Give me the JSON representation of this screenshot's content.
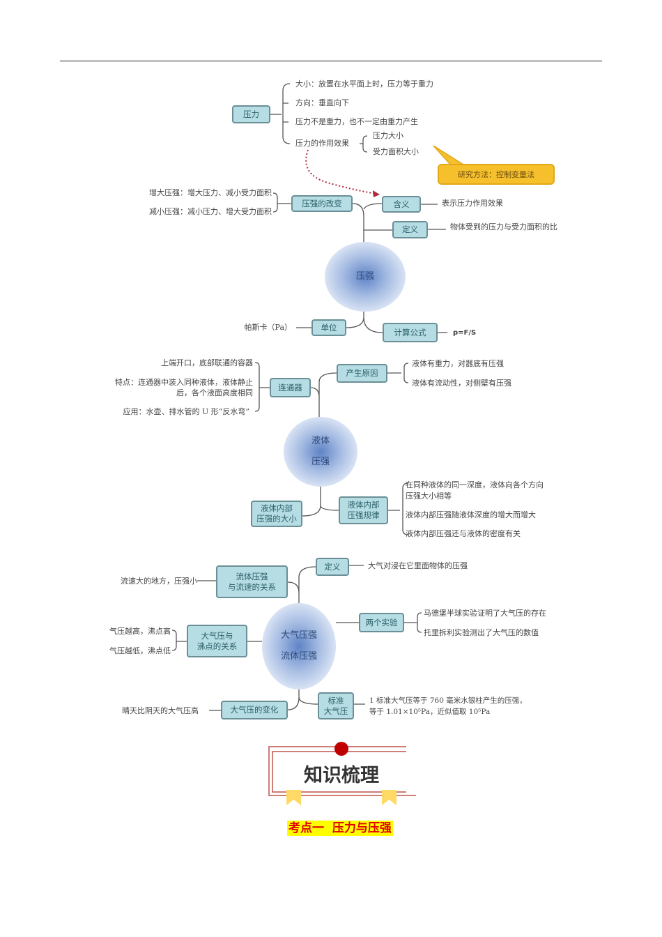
{
  "map1": {
    "pressure_force": "压力",
    "pf_items": [
      "大小：放置在水平面上时，压力等于重力",
      "方向：垂直向下",
      "压力不是重力，也不一定由重力产生",
      "压力的作用效果"
    ],
    "effect_items": [
      "压力大小",
      "受力面积大小"
    ],
    "callout": "研究方法：控制变量法",
    "change_box": "压强的改变",
    "change_items": [
      "增大压强：增大压力、减小受力面积",
      "减小压强：减小压力、增大受力面积"
    ],
    "meaning_box": "含义",
    "meaning_text": "表示压力作用效果",
    "definition_box": "定义",
    "definition_text": "物体受到的压力与受力面积的比",
    "center": "压强",
    "unit_box": "单位",
    "unit_text": "帕斯卡（Pa）",
    "formula_box": "计算公式",
    "formula_text": "p=F/S"
  },
  "map2": {
    "center_line1": "液体",
    "center_line2": "压强",
    "connector_box": "连通器",
    "connector_items": [
      "上端开口，底部联通的容器",
      "特点：连通器中装入同种液体，液体静止",
      "后，各个液面高度相同",
      "应用：水壶、排水管的 U 形“反水弯”"
    ],
    "cause_box": "产生原因",
    "cause_items": [
      "液体有重力，对器底有压强",
      "液体有流动性，对侧壁有压强"
    ],
    "size_box": [
      "液体内部",
      "压强的大小"
    ],
    "law_box": [
      "液体内部",
      "压强规律"
    ],
    "law_items": [
      "在同种液体的同一深度，液体向各个方向",
      "压强大小相等",
      "液体内部压强随液体深度的增大而增大",
      "液体内部压强还与液体的密度有关"
    ]
  },
  "map3": {
    "center_line1": "大气压强",
    "center_line2": "流体压强",
    "definition_box": "定义",
    "definition_text": "大气对浸在它里面物体的压强",
    "flow_box": [
      "流体压强",
      "与流速的关系"
    ],
    "flow_text": "流速大的地方，压强小",
    "experiments_box": "两个实验",
    "experiments_items": [
      "马德堡半球实验证明了大气压的存在",
      "托里拆利实验测出了大气压的数值"
    ],
    "boiling_box": [
      "大气压与",
      "沸点的关系"
    ],
    "boiling_items": [
      "气压越高，沸点高",
      "气压越低，沸点低"
    ],
    "standard_box": [
      "标准",
      "大气压"
    ],
    "standard_text": [
      "1 标准大气压等于 760 毫米水银柱产生的压强，",
      "等于 1.01×10⁵Pa，近似值取 10⁵Pa"
    ],
    "change_box": "大气压的变化",
    "change_text": "晴天比阴天的大气压高"
  },
  "banner": {
    "title": "知识梳理",
    "topic": "考点一  压力与压强"
  },
  "colors": {
    "node_fill": "#b5dde3",
    "callout": "#f5c02c",
    "accent_red": "#c00000",
    "highlight": "#ffff00"
  }
}
